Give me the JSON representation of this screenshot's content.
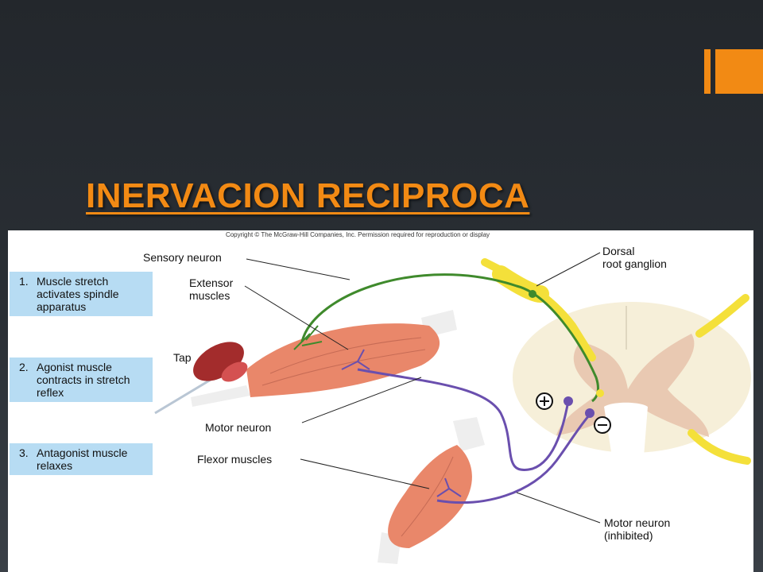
{
  "slide": {
    "title": "INERVACION RECIPROCA",
    "colors": {
      "background": "#272b30",
      "accent": "#f28a14",
      "title": "#f28a14",
      "step_box": "#b7dcf3"
    }
  },
  "figure": {
    "copyright": "Copyright © The McGraw-Hill Companies, Inc. Permission required for reproduction or display",
    "steps": [
      {
        "number": "1.",
        "text": "Muscle stretch activates spindle apparatus"
      },
      {
        "number": "2.",
        "text": "Agonist muscle contracts in stretch reflex"
      },
      {
        "number": "3.",
        "text": "Antagonist muscle relaxes"
      }
    ],
    "labels": {
      "sensory_neuron": "Sensory neuron",
      "dorsal_root_ganglion": "Dorsal\nroot ganglion",
      "extensor_muscles": "Extensor\nmuscles",
      "tap": "Tap",
      "motor_neuron": "Motor neuron",
      "flexor_muscles": "Flexor muscles",
      "motor_neuron_inhibited": "Motor neuron\n(inhibited)"
    },
    "signs": {
      "excitatory": "+",
      "inhibitory": "−"
    },
    "colors": {
      "sensory_neuron": "#3f8a2c",
      "motor_neuron": "#6a4fae",
      "nerve": "#f4e03a",
      "spinal_cord": "#f6efd9",
      "grey_matter": "#e9c9b2",
      "muscle": "#e9876a",
      "tendon": "#eeeeee"
    },
    "icons": [
      "reflex-hammer-icon",
      "plus-sign-icon",
      "minus-sign-icon"
    ]
  }
}
